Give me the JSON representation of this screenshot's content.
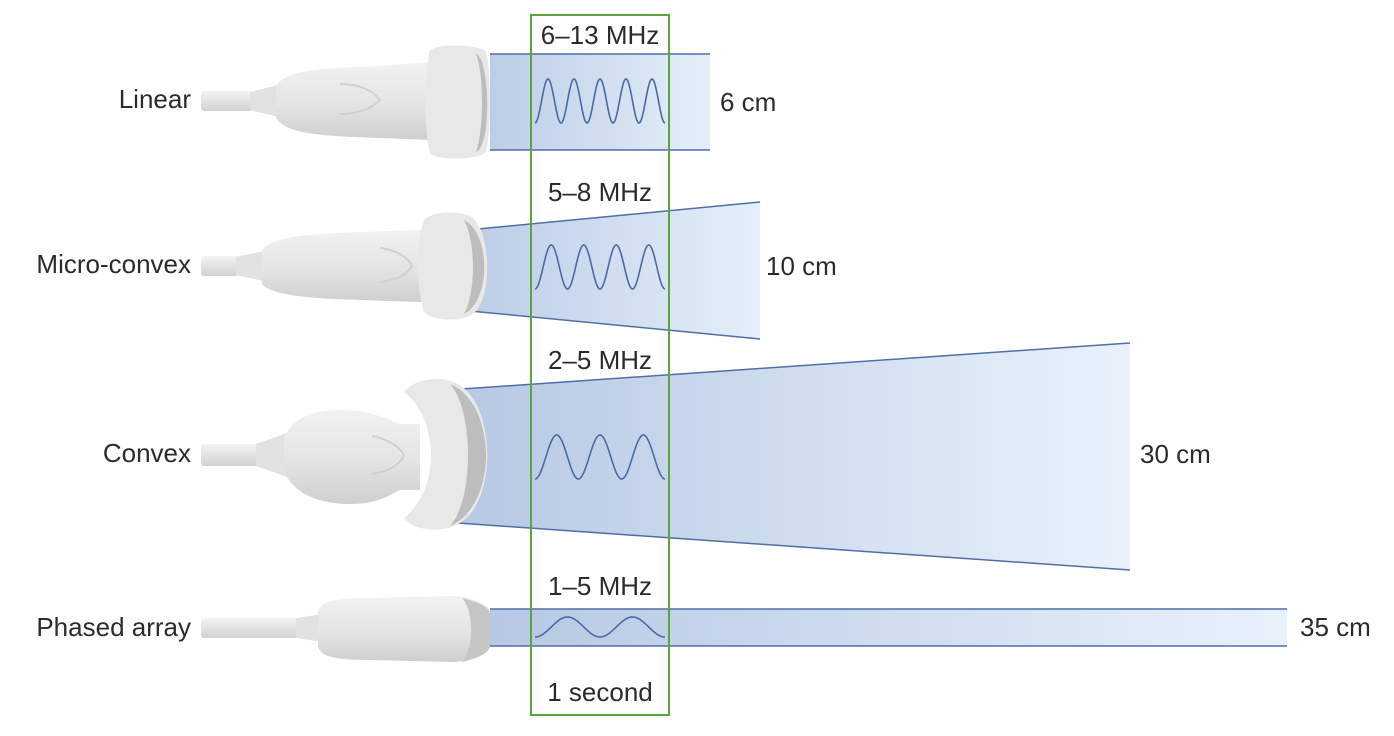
{
  "probes": [
    {
      "name": "Linear",
      "frequency": "6–13 MHz",
      "depth": "6 cm",
      "wave_cycles": 5
    },
    {
      "name": "Micro-convex",
      "frequency": "5–8 MHz",
      "depth": "10 cm",
      "wave_cycles": 4
    },
    {
      "name": "Convex",
      "frequency": "2–5 MHz",
      "depth": "30 cm",
      "wave_cycles": 3
    },
    {
      "name": "Phased array",
      "frequency": "1–5 MHz",
      "depth": "35 cm",
      "wave_cycles": 2
    }
  ],
  "time_window_label": "1 second",
  "colors": {
    "beam_dark": "#b6c8e3",
    "beam_light": "#e7f1fb",
    "beam_edge": "#4f6fa8",
    "wave": "#4a6aa6",
    "window": "#5aa53c",
    "probe_body": "#e6e6e6",
    "probe_shadow": "#bdbdbd"
  }
}
